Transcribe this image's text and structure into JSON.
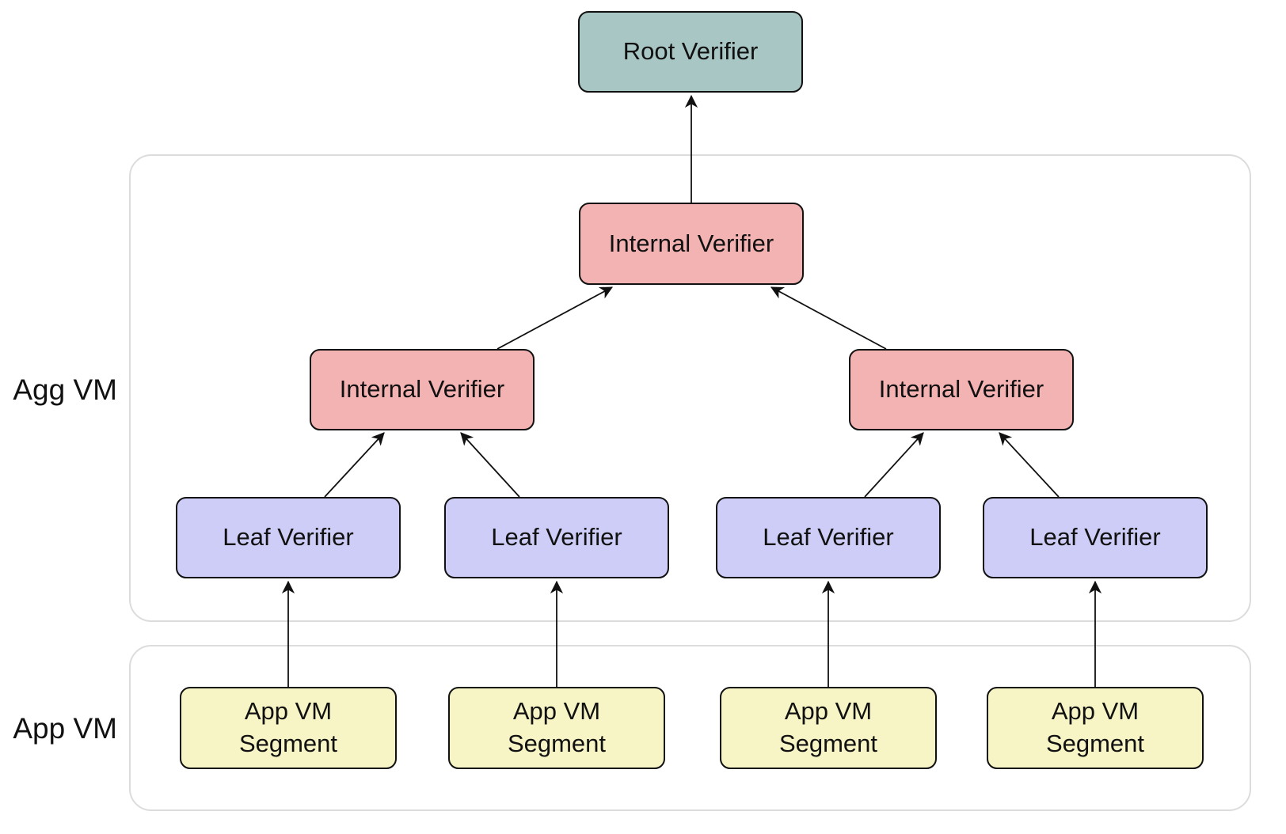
{
  "regions": {
    "agg": {
      "label": "Agg VM"
    },
    "app": {
      "label": "App VM"
    }
  },
  "nodes": {
    "root": {
      "label": "Root Verifier"
    },
    "internals": [
      {
        "label": "Internal Verifier"
      },
      {
        "label": "Internal Verifier"
      },
      {
        "label": "Internal Verifier"
      }
    ],
    "leaves": [
      {
        "label": "Leaf Verifier"
      },
      {
        "label": "Leaf Verifier"
      },
      {
        "label": "Leaf Verifier"
      },
      {
        "label": "Leaf Verifier"
      }
    ],
    "segments": [
      {
        "line1": "App VM",
        "line2": "Segment"
      },
      {
        "line1": "App VM",
        "line2": "Segment"
      },
      {
        "line1": "App VM",
        "line2": "Segment"
      },
      {
        "line1": "App VM",
        "line2": "Segment"
      }
    ]
  },
  "colors": {
    "root_fill": "#a8c6c3",
    "internal_fill": "#f4b3b3",
    "leaf_fill": "#cdcdf7",
    "segment_fill": "#f7f4c5",
    "region_border": "#dcdcdc",
    "node_border": "#111111",
    "edge": "#111111"
  }
}
